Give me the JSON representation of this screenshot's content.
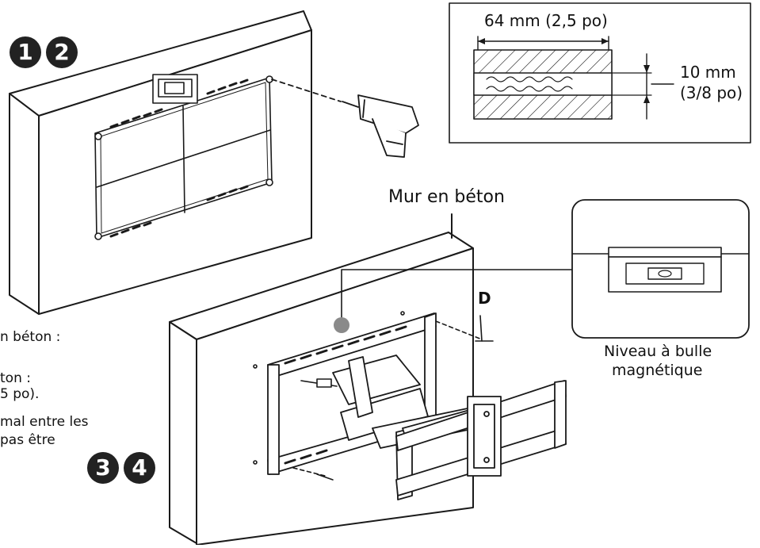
{
  "steps": {
    "top": [
      "1",
      "2"
    ],
    "bottom": [
      "3",
      "4"
    ]
  },
  "depth_diagram": {
    "width_label": "64 mm (2,5 po)",
    "depth_label_line1": "10 mm",
    "depth_label_line2": "(3/8 po)"
  },
  "wall_label": "Mur en béton",
  "fastener_label": "D",
  "level_caption": {
    "line1": "Niveau à bulle",
    "line2": "magnétique"
  },
  "side_notes": [
    "n béton :",
    "",
    "ton :",
    "5 po).",
    "mal entre les",
    "pas être"
  ],
  "colors": {
    "line": "#1a1a1a",
    "marker": "#8a8a8a",
    "badge": "#222222"
  }
}
